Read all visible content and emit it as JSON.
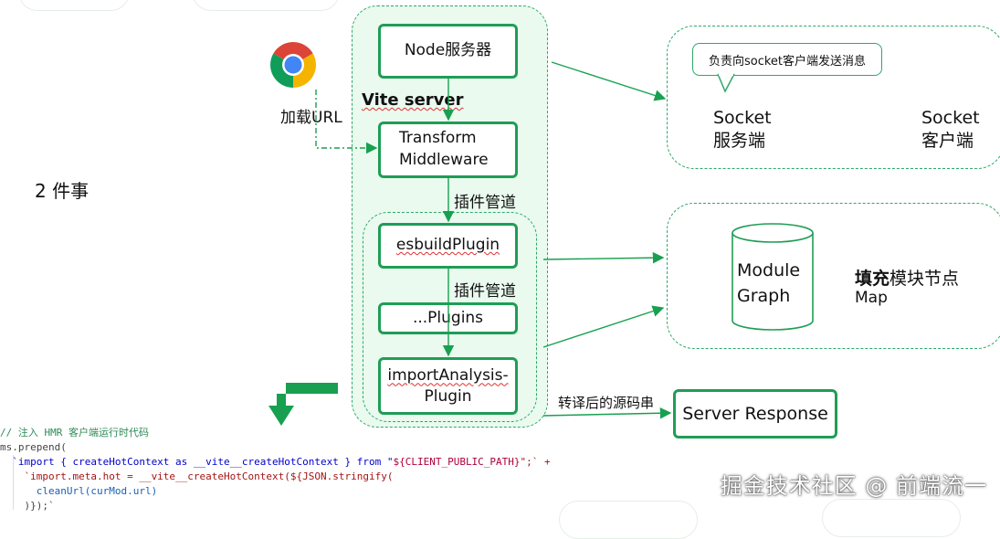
{
  "left": {
    "browser_label": "加载URL",
    "two_things": "2 件事"
  },
  "vite": {
    "server_label": "Vite server",
    "node_server": "Node服务器",
    "transform_line1": "Transform",
    "transform_line2": "Middleware",
    "pipeline_label_1": "插件管道",
    "pipeline_label_2": "插件管道",
    "esbuild_plugin": "esbuildPlugin",
    "plugins": "...Plugins",
    "import_analysis_line1": "importAnalysis-",
    "import_analysis_line2": "Plugin"
  },
  "socket": {
    "callout": "负责向socket客户端发送消息",
    "server_line1": "Socket",
    "server_line2": "服务端",
    "client_line1": "Socket",
    "client_line2": "客户端"
  },
  "module_graph": {
    "cylinder_line1": "Module",
    "cylinder_line2": "Graph",
    "fill_bold": "填充",
    "fill_rest": "模块节点",
    "map": "Map"
  },
  "response": {
    "edge_label": "转译后的源码串",
    "box": "Server Response"
  },
  "code": {
    "line1": "// 注入 HMR 客户端运行时代码",
    "line2_a": "ms.prepend(",
    "line3_a": "  `import { createHotContext as __vite__createHotContext } from \"",
    "line3_b": "${CLIENT_PUBLIC_PATH}",
    "line3_c": "\";` +",
    "line4": "    `import.meta.hot = __vite__createHotContext(${JSON.stringify(",
    "line5": "      cleanUrl(curMod.url)",
    "line6": "    )});`"
  },
  "watermark": "掘金技术社区 @ 前端流一",
  "colors": {
    "accent": "#1f9d55",
    "vite_fill": "#eafaef",
    "arrow_green": "#18a050"
  }
}
